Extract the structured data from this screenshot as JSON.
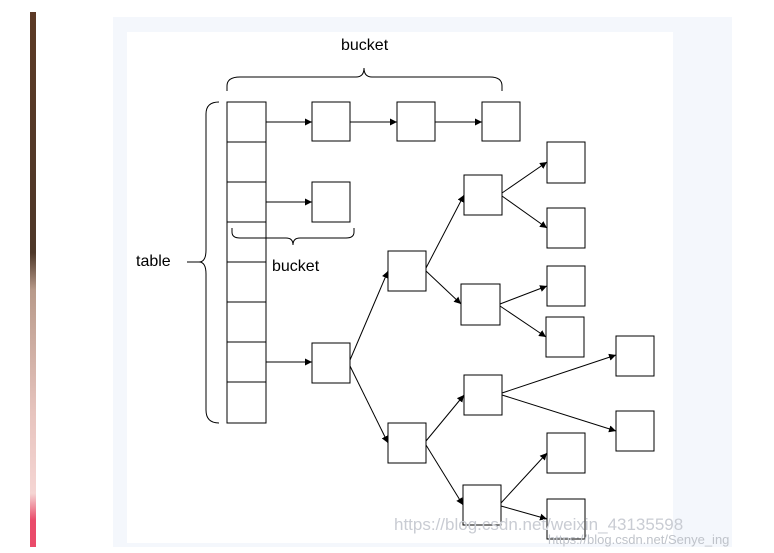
{
  "diagram": {
    "top_label": "bucket",
    "middle_label": "bucket",
    "side_label": "table"
  },
  "watermark": {
    "primary": "https://blog.csdn.net/weixin_43135598",
    "secondary": "https://blog.csdn.net/Senye_ing"
  }
}
